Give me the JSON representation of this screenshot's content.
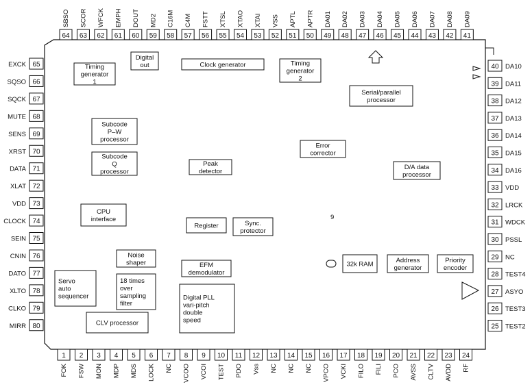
{
  "top_pins": [
    {
      "num": "64",
      "label": "SBSO"
    },
    {
      "num": "63",
      "label": "SCOR"
    },
    {
      "num": "62",
      "label": "WFCK"
    },
    {
      "num": "61",
      "label": "EMPH"
    },
    {
      "num": "60",
      "label": "DOUT"
    },
    {
      "num": "59",
      "label": "MD2"
    },
    {
      "num": "58",
      "label": "C16M"
    },
    {
      "num": "57",
      "label": "C4M"
    },
    {
      "num": "56",
      "label": "FSTT"
    },
    {
      "num": "55",
      "label": "XTSL"
    },
    {
      "num": "54",
      "label": "XTAO"
    },
    {
      "num": "53",
      "label": "XTAI"
    },
    {
      "num": "52",
      "label": "VSS"
    },
    {
      "num": "51",
      "label": "APTL"
    },
    {
      "num": "50",
      "label": "APTR"
    },
    {
      "num": "49",
      "label": "DA01"
    },
    {
      "num": "48",
      "label": "DA02"
    },
    {
      "num": "47",
      "label": "DA03"
    },
    {
      "num": "46",
      "label": "DA04"
    },
    {
      "num": "45",
      "label": "DA05"
    },
    {
      "num": "44",
      "label": "DA06"
    },
    {
      "num": "43",
      "label": "DA07"
    },
    {
      "num": "42",
      "label": "DA08"
    },
    {
      "num": "41",
      "label": "DA09"
    }
  ],
  "bottom_pins": [
    {
      "num": "1",
      "label": "FOK"
    },
    {
      "num": "2",
      "label": "FSW"
    },
    {
      "num": "3",
      "label": "MON"
    },
    {
      "num": "4",
      "label": "MDP"
    },
    {
      "num": "5",
      "label": "MDS"
    },
    {
      "num": "6",
      "label": "LOCK"
    },
    {
      "num": "7",
      "label": "NC"
    },
    {
      "num": "8",
      "label": "VCOO"
    },
    {
      "num": "9",
      "label": "VCOI"
    },
    {
      "num": "10",
      "label": "TEST"
    },
    {
      "num": "11",
      "label": "PDO"
    },
    {
      "num": "12",
      "label": "Vss"
    },
    {
      "num": "13",
      "label": "NC"
    },
    {
      "num": "14",
      "label": "NC"
    },
    {
      "num": "15",
      "label": "NC"
    },
    {
      "num": "16",
      "label": "VPCO"
    },
    {
      "num": "17",
      "label": "VCKI"
    },
    {
      "num": "18",
      "label": "FILO"
    },
    {
      "num": "19",
      "label": "FILI"
    },
    {
      "num": "20",
      "label": "PCO"
    },
    {
      "num": "21",
      "label": "AVSS"
    },
    {
      "num": "22",
      "label": "CLTV"
    },
    {
      "num": "23",
      "label": "AVDD"
    },
    {
      "num": "24",
      "label": "RF"
    }
  ],
  "left_pins": [
    {
      "num": "65",
      "label": "EXCK"
    },
    {
      "num": "66",
      "label": "SQSO"
    },
    {
      "num": "67",
      "label": "SQCK"
    },
    {
      "num": "68",
      "label": "MUTE"
    },
    {
      "num": "69",
      "label": "SENS"
    },
    {
      "num": "70",
      "label": "XRST"
    },
    {
      "num": "71",
      "label": "DATA"
    },
    {
      "num": "72",
      "label": "XLAT"
    },
    {
      "num": "73",
      "label": "VDD"
    },
    {
      "num": "74",
      "label": "CLOCK"
    },
    {
      "num": "75",
      "label": "SEIN"
    },
    {
      "num": "76",
      "label": "CNIN"
    },
    {
      "num": "77",
      "label": "DATO"
    },
    {
      "num": "78",
      "label": "XLTO"
    },
    {
      "num": "79",
      "label": "CLKO"
    },
    {
      "num": "80",
      "label": "MIRR"
    }
  ],
  "right_pins": [
    {
      "num": "40",
      "label": "DA10"
    },
    {
      "num": "39",
      "label": "DA11"
    },
    {
      "num": "38",
      "label": "DA12"
    },
    {
      "num": "37",
      "label": "DA13"
    },
    {
      "num": "36",
      "label": "DA14"
    },
    {
      "num": "35",
      "label": "DA15"
    },
    {
      "num": "34",
      "label": "DA16"
    },
    {
      "num": "33",
      "label": "VDD"
    },
    {
      "num": "32",
      "label": "LRCK"
    },
    {
      "num": "31",
      "label": "WDCK"
    },
    {
      "num": "30",
      "label": "PSSL"
    },
    {
      "num": "29",
      "label": "NC"
    },
    {
      "num": "28",
      "label": "TEST4"
    },
    {
      "num": "27",
      "label": "ASYO"
    },
    {
      "num": "26",
      "label": "TEST3"
    },
    {
      "num": "25",
      "label": "TEST2"
    }
  ],
  "blocks": {
    "digital_out": [
      "Digital",
      "out"
    ],
    "clock_generator": [
      "Clock generator"
    ],
    "timing_gen_1": [
      "Timing",
      "generator",
      "1"
    ],
    "timing_gen_2": [
      "Timing",
      "generator",
      "2"
    ],
    "serial_parallel": [
      "Serial/parallel",
      "processor"
    ],
    "subcode_pw": [
      "Subcode",
      "P–W",
      "processor"
    ],
    "subcode_q": [
      "Subcode",
      "Q",
      "processor"
    ],
    "error_corrector": [
      "Error",
      "corrector"
    ],
    "peak_detector": [
      "Peak",
      "detector"
    ],
    "da_processor": [
      "D/A data",
      "processor"
    ],
    "cpu_interface": [
      "CPU",
      "interface"
    ],
    "register": [
      "Register"
    ],
    "sync_protector": [
      "Sync.",
      "protector"
    ],
    "noise_shaper": [
      "Noise",
      "shaper"
    ],
    "efm_demod": [
      "EFM",
      "demodulator"
    ],
    "ram_32k": [
      "32k RAM"
    ],
    "address_gen": [
      "Address",
      "generator"
    ],
    "priority_enc": [
      "Priority",
      "encoder"
    ],
    "oversampling": [
      "18 times",
      "over",
      "sampling",
      "filter"
    ],
    "servo": [
      "Servo",
      "auto",
      "sequencer"
    ],
    "digital_pll": [
      "Digital PLL",
      "vari-pitch",
      "double",
      "speed"
    ],
    "clv_processor": [
      "CLV processor"
    ]
  },
  "bus_width": "9"
}
